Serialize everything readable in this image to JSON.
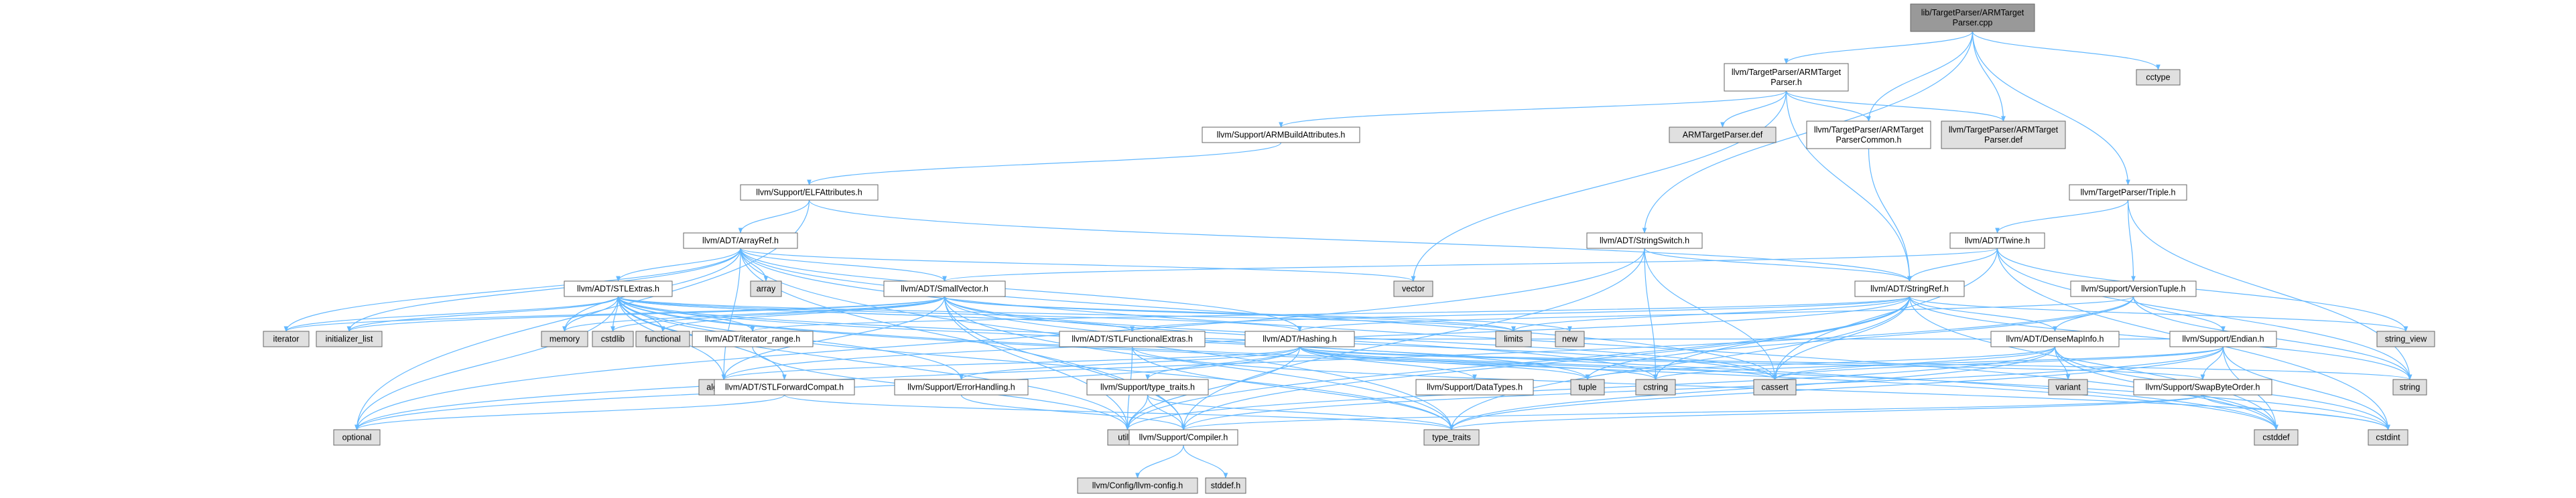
{
  "diagram": {
    "colors": {
      "root_fill": "#999999",
      "header_fill": "#ffffff",
      "system_fill": "#e0e0e0",
      "missing_fill": "#ffffff",
      "missing_text": "#ff0000",
      "node_border": "#666666",
      "missing_border": "#ff0000",
      "edge": "#63b8ff"
    },
    "nodes": [
      {
        "id": "root",
        "kind": "root",
        "lines": [
          "lib/TargetParser/ARMTarget",
          "Parser.cpp"
        ]
      },
      {
        "id": "armtp_h",
        "kind": "header",
        "lines": [
          "llvm/TargetParser/ARMTarget",
          "Parser.h"
        ]
      },
      {
        "id": "cctype",
        "kind": "system",
        "lines": [
          "cctype"
        ]
      },
      {
        "id": "armbuild",
        "kind": "header",
        "lines": [
          "llvm/Support/ARMBuildAttributes.h"
        ]
      },
      {
        "id": "armtp_def",
        "kind": "system",
        "lines": [
          "ARMTargetParser.def"
        ]
      },
      {
        "id": "armtpc",
        "kind": "header",
        "lines": [
          "llvm/TargetParser/ARMTarget",
          "ParserCommon.h"
        ]
      },
      {
        "id": "armtp_def2",
        "kind": "system",
        "lines": [
          "llvm/TargetParser/ARMTarget",
          "Parser.def"
        ]
      },
      {
        "id": "triple",
        "kind": "header",
        "lines": [
          "llvm/TargetParser/Triple.h"
        ]
      },
      {
        "id": "elfattr",
        "kind": "header",
        "lines": [
          "llvm/Support/ELFAttributes.h"
        ]
      },
      {
        "id": "arrayref",
        "kind": "header",
        "lines": [
          "llvm/ADT/ArrayRef.h"
        ]
      },
      {
        "id": "stringswitch",
        "kind": "header",
        "lines": [
          "llvm/ADT/StringSwitch.h"
        ]
      },
      {
        "id": "twine",
        "kind": "header",
        "lines": [
          "llvm/ADT/Twine.h"
        ]
      },
      {
        "id": "array",
        "kind": "system",
        "lines": [
          "array"
        ]
      },
      {
        "id": "stlextras",
        "kind": "missing",
        "lines": [
          "llvm/ADT/STLExtras.h"
        ]
      },
      {
        "id": "smallvector",
        "kind": "header",
        "lines": [
          "llvm/ADT/SmallVector.h"
        ]
      },
      {
        "id": "vector",
        "kind": "system",
        "lines": [
          "vector"
        ]
      },
      {
        "id": "stringref",
        "kind": "header",
        "lines": [
          "llvm/ADT/StringRef.h"
        ]
      },
      {
        "id": "versiontuple",
        "kind": "header",
        "lines": [
          "llvm/Support/VersionTuple.h"
        ]
      },
      {
        "id": "iterator",
        "kind": "system",
        "lines": [
          "iterator"
        ]
      },
      {
        "id": "initlist",
        "kind": "system",
        "lines": [
          "initializer_list"
        ]
      },
      {
        "id": "memory",
        "kind": "system",
        "lines": [
          "memory"
        ]
      },
      {
        "id": "cstdlib",
        "kind": "system",
        "lines": [
          "cstdlib"
        ]
      },
      {
        "id": "functional",
        "kind": "system",
        "lines": [
          "functional"
        ]
      },
      {
        "id": "iterrange",
        "kind": "header",
        "lines": [
          "llvm/ADT/iterator_range.h"
        ]
      },
      {
        "id": "limits",
        "kind": "system",
        "lines": [
          "limits"
        ]
      },
      {
        "id": "new",
        "kind": "system",
        "lines": [
          "new"
        ]
      },
      {
        "id": "string_view",
        "kind": "system",
        "lines": [
          "string_view"
        ]
      },
      {
        "id": "stlfunc",
        "kind": "header",
        "lines": [
          "llvm/ADT/STLFunctionalExtras.h"
        ]
      },
      {
        "id": "hashing",
        "kind": "header",
        "lines": [
          "llvm/ADT/Hashing.h"
        ]
      },
      {
        "id": "densemapinfo",
        "kind": "header",
        "lines": [
          "llvm/ADT/DenseMapInfo.h"
        ]
      },
      {
        "id": "endian",
        "kind": "header",
        "lines": [
          "llvm/Support/Endian.h"
        ]
      },
      {
        "id": "algorithm",
        "kind": "system",
        "lines": [
          "algorithm"
        ]
      },
      {
        "id": "stlforward",
        "kind": "header",
        "lines": [
          "llvm/ADT/STLForwardCompat.h"
        ]
      },
      {
        "id": "errorhandling",
        "kind": "header",
        "lines": [
          "llvm/Support/ErrorHandling.h"
        ]
      },
      {
        "id": "typetraits_h",
        "kind": "header",
        "lines": [
          "llvm/Support/type_traits.h"
        ]
      },
      {
        "id": "datatypes",
        "kind": "missing",
        "lines": [
          "llvm/Support/DataTypes.h"
        ]
      },
      {
        "id": "tuple",
        "kind": "system",
        "lines": [
          "tuple"
        ]
      },
      {
        "id": "cstring",
        "kind": "system",
        "lines": [
          "cstring"
        ]
      },
      {
        "id": "cassert",
        "kind": "system",
        "lines": [
          "cassert"
        ]
      },
      {
        "id": "variant",
        "kind": "system",
        "lines": [
          "variant"
        ]
      },
      {
        "id": "swapbyteorder",
        "kind": "missing",
        "lines": [
          "llvm/Support/SwapByteOrder.h"
        ]
      },
      {
        "id": "string",
        "kind": "system",
        "lines": [
          "string"
        ]
      },
      {
        "id": "optional",
        "kind": "system",
        "lines": [
          "optional"
        ]
      },
      {
        "id": "utility",
        "kind": "system",
        "lines": [
          "utility"
        ]
      },
      {
        "id": "compiler",
        "kind": "header",
        "lines": [
          "llvm/Support/Compiler.h"
        ]
      },
      {
        "id": "type_traits",
        "kind": "system",
        "lines": [
          "type_traits"
        ]
      },
      {
        "id": "cstddef",
        "kind": "system",
        "lines": [
          "cstddef"
        ]
      },
      {
        "id": "cstdint",
        "kind": "system",
        "lines": [
          "cstdint"
        ]
      },
      {
        "id": "llvmconfig",
        "kind": "system",
        "lines": [
          "llvm/Config/llvm-config.h"
        ]
      },
      {
        "id": "stddef",
        "kind": "system",
        "lines": [
          "stddef.h"
        ]
      }
    ],
    "edges": [
      [
        "root",
        "armtp_h"
      ],
      [
        "root",
        "cctype"
      ],
      [
        "root",
        "armtpc"
      ],
      [
        "root",
        "armtp_def2"
      ],
      [
        "root",
        "triple"
      ],
      [
        "root",
        "stringswitch"
      ],
      [
        "armtp_h",
        "armbuild"
      ],
      [
        "armtp_h",
        "armtp_def"
      ],
      [
        "armtp_h",
        "armtpc"
      ],
      [
        "armtp_h",
        "armtp_def2"
      ],
      [
        "armtp_h",
        "stringref"
      ],
      [
        "armtp_h",
        "vector"
      ],
      [
        "armbuild",
        "elfattr"
      ],
      [
        "elfattr",
        "arrayref"
      ],
      [
        "elfattr",
        "stringref"
      ],
      [
        "elfattr",
        "optional"
      ],
      [
        "armtpc",
        "stringref"
      ],
      [
        "triple",
        "twine"
      ],
      [
        "triple",
        "versiontuple"
      ],
      [
        "triple",
        "string"
      ],
      [
        "arrayref",
        "array"
      ],
      [
        "arrayref",
        "stlextras"
      ],
      [
        "arrayref",
        "smallvector"
      ],
      [
        "arrayref",
        "vector"
      ],
      [
        "arrayref",
        "cassert"
      ],
      [
        "arrayref",
        "iterator"
      ],
      [
        "arrayref",
        "memory"
      ],
      [
        "arrayref",
        "compiler"
      ],
      [
        "arrayref",
        "hashing"
      ],
      [
        "arrayref",
        "type_traits"
      ],
      [
        "arrayref",
        "initlist"
      ],
      [
        "arrayref",
        "algorithm"
      ],
      [
        "arrayref",
        "cstddef"
      ],
      [
        "stringswitch",
        "stringref"
      ],
      [
        "stringswitch",
        "cassert"
      ],
      [
        "stringswitch",
        "cstring"
      ],
      [
        "stringswitch",
        "optional"
      ],
      [
        "stringswitch",
        "compiler"
      ],
      [
        "twine",
        "stringref"
      ],
      [
        "twine",
        "smallvector"
      ],
      [
        "twine",
        "cassert"
      ],
      [
        "twine",
        "cstdint"
      ],
      [
        "twine",
        "string"
      ],
      [
        "twine",
        "string_view"
      ],
      [
        "stlextras",
        "stlfunc"
      ],
      [
        "stlextras",
        "stlforward"
      ],
      [
        "stlextras",
        "iterrange"
      ],
      [
        "stlextras",
        "iterator"
      ],
      [
        "stlextras",
        "initlist"
      ],
      [
        "stlextras",
        "memory"
      ],
      [
        "stlextras",
        "cstdlib"
      ],
      [
        "stlextras",
        "functional"
      ],
      [
        "stlextras",
        "limits"
      ],
      [
        "stlextras",
        "algorithm"
      ],
      [
        "stlextras",
        "cassert"
      ],
      [
        "stlextras",
        "tuple"
      ],
      [
        "stlextras",
        "utility"
      ],
      [
        "stlextras",
        "type_traits"
      ],
      [
        "stlextras",
        "optional"
      ],
      [
        "stlextras",
        "errorhandling"
      ],
      [
        "stlextras",
        "hashing"
      ],
      [
        "stlextras",
        "cstddef"
      ],
      [
        "stlextras",
        "cstdint"
      ],
      [
        "smallvector",
        "compiler"
      ],
      [
        "smallvector",
        "type_traits"
      ],
      [
        "smallvector",
        "algorithm"
      ],
      [
        "smallvector",
        "cassert"
      ],
      [
        "smallvector",
        "cstddef"
      ],
      [
        "smallvector",
        "cstdlib"
      ],
      [
        "smallvector",
        "cstring"
      ],
      [
        "smallvector",
        "functional"
      ],
      [
        "smallvector",
        "initlist"
      ],
      [
        "smallvector",
        "iterator"
      ],
      [
        "smallvector",
        "limits"
      ],
      [
        "smallvector",
        "memory"
      ],
      [
        "smallvector",
        "new"
      ],
      [
        "smallvector",
        "utility"
      ],
      [
        "stringref",
        "densemapinfo"
      ],
      [
        "stringref",
        "iterrange"
      ],
      [
        "stringref",
        "compiler"
      ],
      [
        "stringref",
        "algorithm"
      ],
      [
        "stringref",
        "cassert"
      ],
      [
        "stringref",
        "cstddef"
      ],
      [
        "stringref",
        "cstring"
      ],
      [
        "stringref",
        "limits"
      ],
      [
        "stringref",
        "string"
      ],
      [
        "stringref",
        "string_view"
      ],
      [
        "stringref",
        "type_traits"
      ],
      [
        "stringref",
        "utility"
      ],
      [
        "stringref",
        "stlfunc"
      ],
      [
        "versiontuple",
        "densemapinfo"
      ],
      [
        "versiontuple",
        "hashing"
      ],
      [
        "versiontuple",
        "endian"
      ],
      [
        "versiontuple",
        "optional"
      ],
      [
        "versiontuple",
        "string"
      ],
      [
        "versiontuple",
        "tuple"
      ],
      [
        "stlfunc",
        "stlextras"
      ],
      [
        "stlfunc",
        "type_traits"
      ],
      [
        "stlfunc",
        "utility"
      ],
      [
        "stlfunc",
        "cstdint"
      ],
      [
        "hashing",
        "errorhandling"
      ],
      [
        "hashing",
        "datatypes"
      ],
      [
        "hashing",
        "typetraits_h"
      ],
      [
        "hashing",
        "algorithm"
      ],
      [
        "hashing",
        "cassert"
      ],
      [
        "hashing",
        "cstring"
      ],
      [
        "hashing",
        "optional"
      ],
      [
        "hashing",
        "string"
      ],
      [
        "hashing",
        "tuple"
      ],
      [
        "hashing",
        "utility"
      ],
      [
        "hashing",
        "endian"
      ],
      [
        "hashing",
        "swapbyteorder"
      ],
      [
        "densemapinfo",
        "cassert"
      ],
      [
        "densemapinfo",
        "cstddef"
      ],
      [
        "densemapinfo",
        "cstdint"
      ],
      [
        "densemapinfo",
        "tuple"
      ],
      [
        "densemapinfo",
        "type_traits"
      ],
      [
        "densemapinfo",
        "utility"
      ],
      [
        "densemapinfo",
        "variant"
      ],
      [
        "endian",
        "compiler"
      ],
      [
        "endian",
        "swapbyteorder"
      ],
      [
        "endian",
        "cassert"
      ],
      [
        "endian",
        "cstddef"
      ],
      [
        "endian",
        "cstdint"
      ],
      [
        "endian",
        "cstring"
      ],
      [
        "endian",
        "type_traits"
      ],
      [
        "stlforward",
        "optional"
      ],
      [
        "stlforward",
        "type_traits"
      ],
      [
        "errorhandling",
        "compiler"
      ],
      [
        "typetraits_h",
        "compiler"
      ],
      [
        "typetraits_h",
        "type_traits"
      ],
      [
        "typetraits_h",
        "utility"
      ],
      [
        "swapbyteorder",
        "compiler"
      ],
      [
        "swapbyteorder",
        "cstdint"
      ],
      [
        "swapbyteorder",
        "type_traits"
      ],
      [
        "iterrange",
        "utility"
      ],
      [
        "compiler",
        "llvmconfig"
      ],
      [
        "compiler",
        "stddef"
      ]
    ]
  }
}
